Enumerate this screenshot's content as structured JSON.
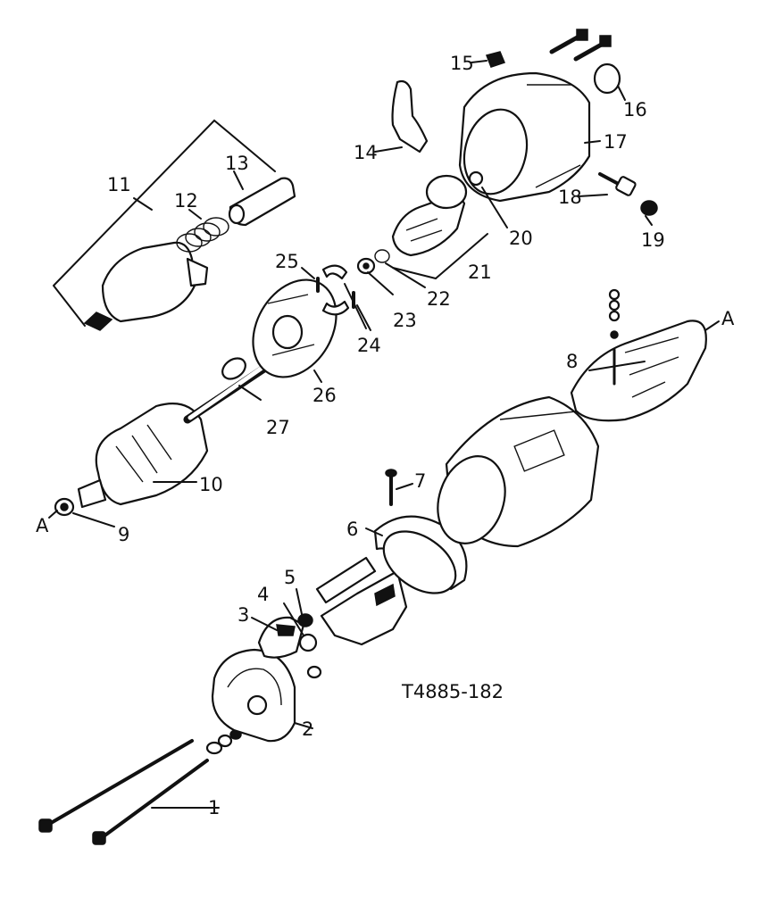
{
  "figure_id": "T4885-182",
  "callouts": [
    "1",
    "2",
    "3",
    "4",
    "5",
    "6",
    "7",
    "8",
    "9",
    "10",
    "11",
    "12",
    "13",
    "14",
    "15",
    "16",
    "17",
    "18",
    "19",
    "20",
    "21",
    "22",
    "23",
    "24",
    "25",
    "26",
    "27"
  ],
  "markers": {
    "a_left": "A",
    "a_right": "A"
  }
}
